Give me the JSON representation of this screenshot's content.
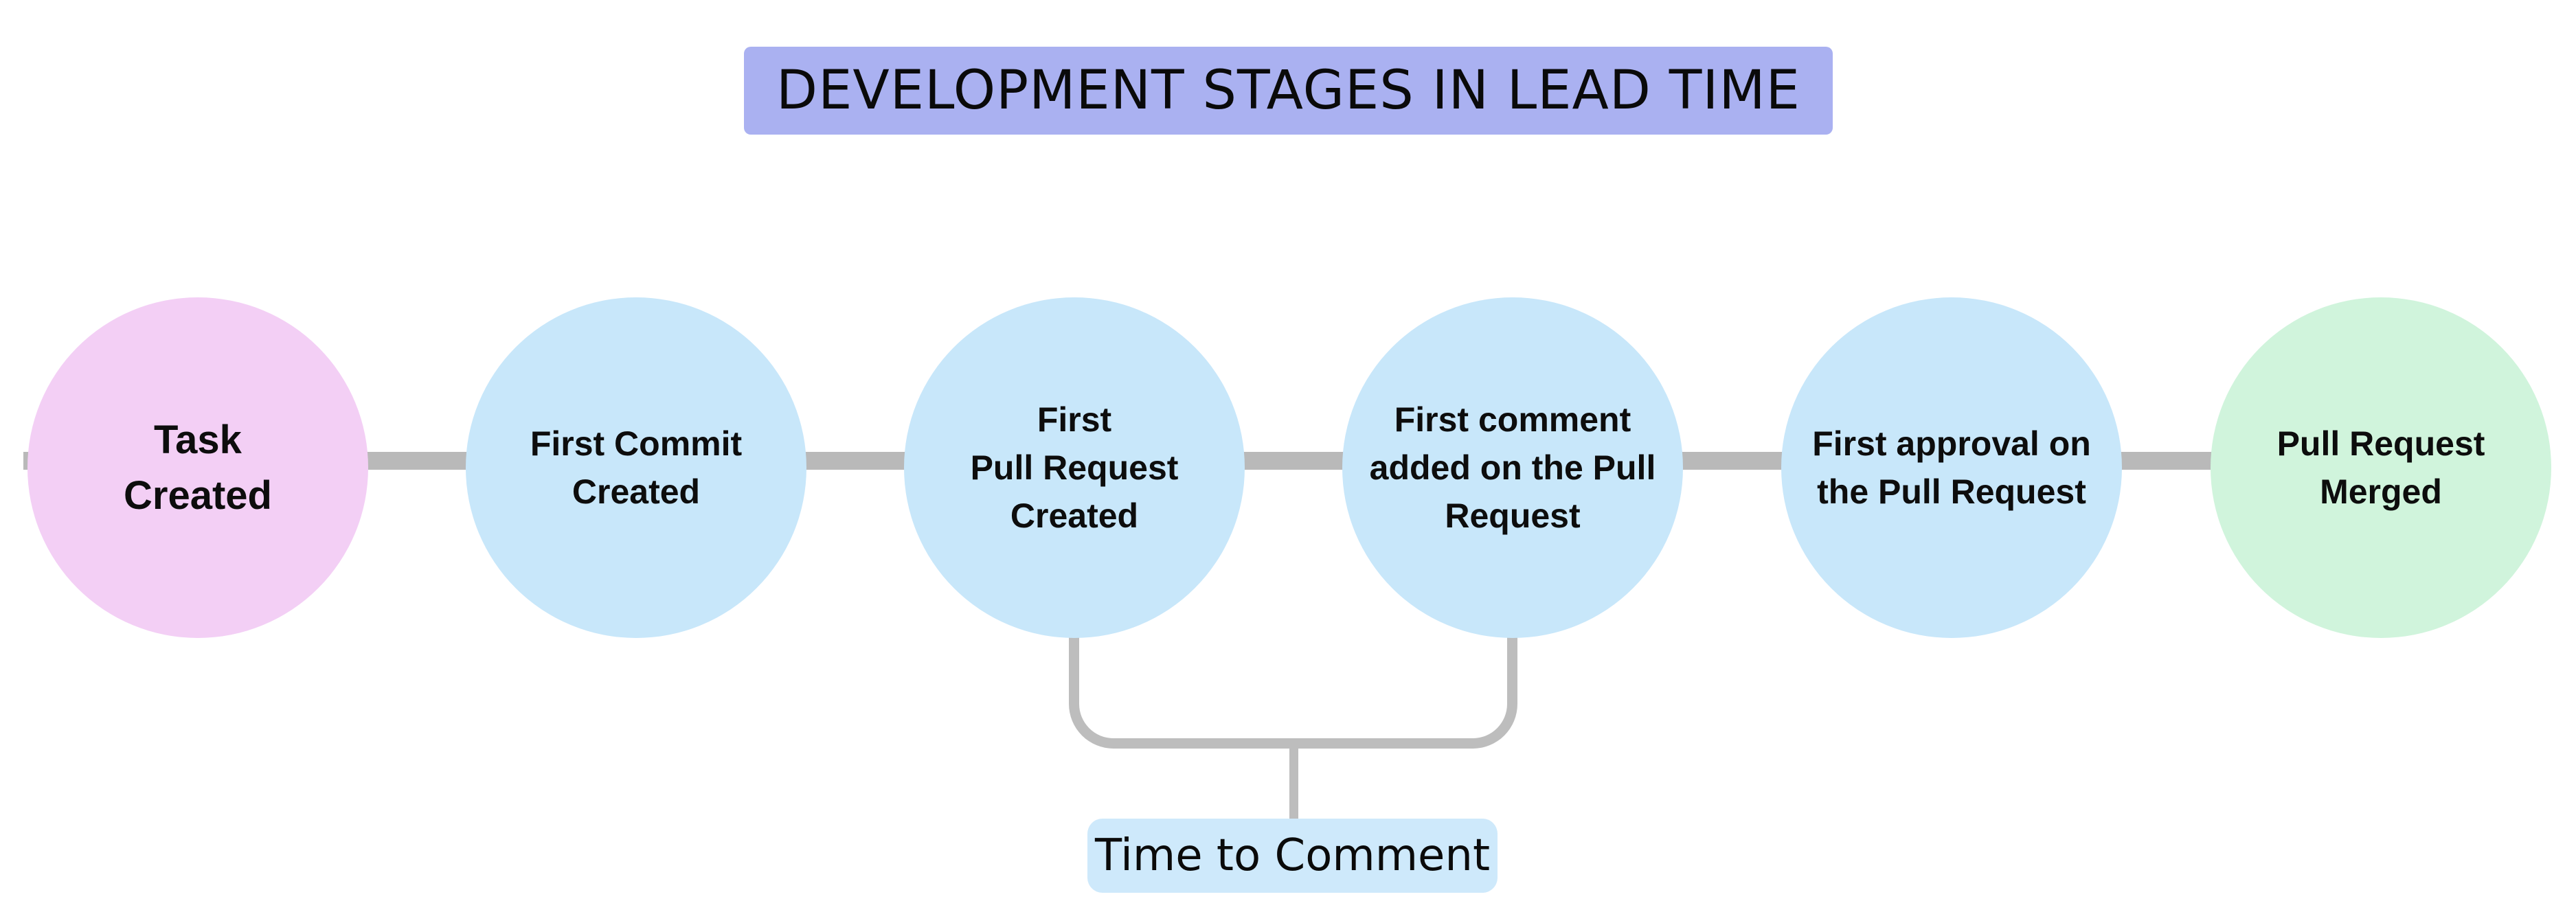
{
  "title": {
    "text": "DEVELOPMENT STAGES IN LEAD TIME",
    "bg": "#AAB1F1"
  },
  "stages": [
    {
      "label": "Task\nCreated",
      "color": "#F3CFF5",
      "role": "start"
    },
    {
      "label": "First Commit\nCreated",
      "color": "#C8E7FA",
      "role": "middle"
    },
    {
      "label": "First\nPull Request\nCreated",
      "color": "#C8E7FA",
      "role": "middle"
    },
    {
      "label": "First comment\nadded on the Pull\nRequest",
      "color": "#C8E7FA",
      "role": "middle"
    },
    {
      "label": "First approval on\nthe Pull Request",
      "color": "#C8E7FA",
      "role": "middle"
    },
    {
      "label": "Pull Request\nMerged",
      "color": "#D0F4DC",
      "role": "end"
    }
  ],
  "annotation": {
    "label": "Time to Comment",
    "bg": "#CEE9FB",
    "from_stage_index": 2,
    "to_stage_index": 3
  },
  "colors": {
    "background": "#FFFFFF",
    "connector": "#B9B9B9",
    "bracket": "#BDBDBD",
    "text": "#0D0D0D"
  }
}
